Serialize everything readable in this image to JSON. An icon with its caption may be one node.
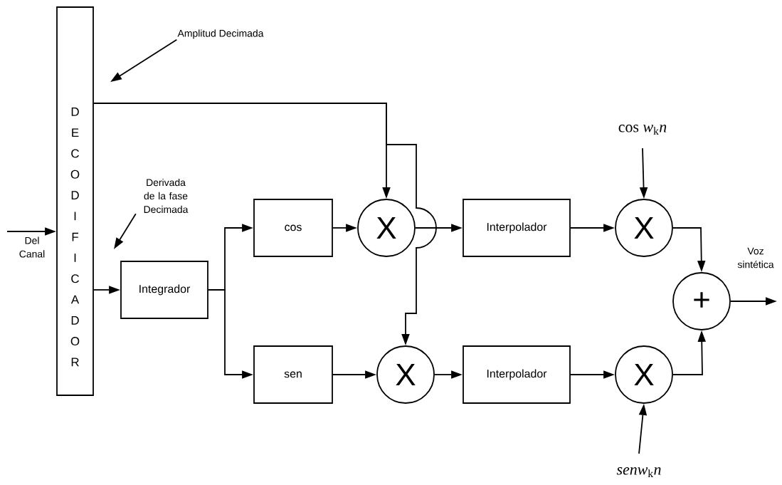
{
  "diagram": {
    "nodes": [
      {
        "text": [
          "D E C O D I F I C A D O R"
        ]
      },
      {
        "text": [
          "Amplitud Decimada"
        ]
      },
      {
        "text": [
          "Derivada de la fase Decimada"
        ]
      },
      {
        "text": [
          "Integrador"
        ]
      },
      {
        "text": [
          "cos"
        ]
      },
      {
        "text": [
          "sen"
        ]
      },
      {
        "text": [
          "X"
        ]
      },
      {
        "text": [
          "X"
        ]
      },
      {
        "text": [
          "Interpolador"
        ]
      },
      {
        "text": [
          "Interpolador"
        ]
      },
      {
        "text": [
          "cos *w*$_{k}$*n*"
        ]
      },
      {
        "text": [
          "X"
        ]
      },
      {
        "text": [
          "X"
        ]
      },
      {
        "text": [
          "+"
        ]
      },
      {
        "text": [
          "*senw*$_{k}$*n*"
        ]
      }
    ],
    "edges": [
      {
        "from": null,
        "to": 0,
        "arrow": "to"
      },
      {
        "from": 1,
        "to": null,
        "arrow": "to"
      },
      {
        "from": 2,
        "to": null,
        "arrow": "to"
      },
      {
        "from": 0,
        "to": 3,
        "arrow": "to"
      },
      {
        "from": 0,
        "to": 6,
        "arrow": "to"
      },
      {
        "from": 0,
        "to": 7,
        "arrow": "to"
      },
      {
        "from": 3,
        "to": 4,
        "arrow": "to"
      },
      {
        "from": 3,
        "to": 5,
        "arrow": "to"
      },
      {
        "from": 4,
        "to": 6,
        "arrow": "to"
      },
      {
        "from": 5,
        "to": 7,
        "arrow": "to"
      },
      {
        "from": 6,
        "to": 8,
        "arrow": "to"
      },
      {
        "from": 7,
        "to": 9,
        "arrow": "to"
      },
      {
        "from": 8,
        "to": 11,
        "arrow": "to"
      },
      {
        "from": 9,
        "to": 12,
        "arrow": "to"
      },
      {
        "from": 10,
        "to": 11,
        "arrow": "to"
      },
      {
        "from": 14,
        "to": 12,
        "arrow": "to"
      },
      {
        "from": 11,
        "to": 13,
        "arrow": "to"
      },
      {
        "from": 12,
        "to": 13,
        "arrow": "to"
      },
      {
        "from": 13,
        "to": null,
        "arrow": "to"
      }
    ],
    "labels": [
      "Del Canal",
      "Voz sintética"
    ]
  }
}
